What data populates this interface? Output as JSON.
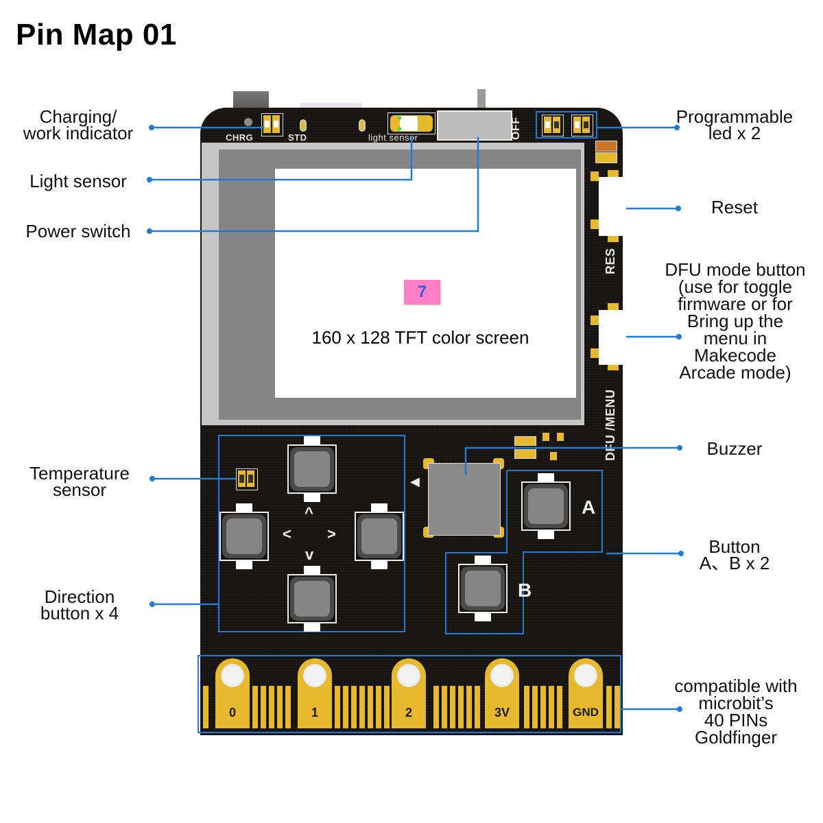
{
  "title": "Pin Map 01",
  "colors": {
    "callout_line": "#1f7bd6",
    "pcb": "#171310",
    "gold": "#e7b92f",
    "badge_bg": "#ff7ec6",
    "badge_text": "#2a62e6"
  },
  "callouts_left": [
    {
      "id": "charging-indicator",
      "text": "Charging/\nwork indicator"
    },
    {
      "id": "light-sensor",
      "text": "Light sensor"
    },
    {
      "id": "power-switch",
      "text": "Power switch"
    },
    {
      "id": "temperature-sensor",
      "text": "Temperature\nsensor"
    },
    {
      "id": "direction-buttons",
      "text": "Direction\nbutton x 4"
    }
  ],
  "callouts_right": [
    {
      "id": "programmable-led",
      "text": "Programmable\nled x 2"
    },
    {
      "id": "reset",
      "text": "Reset"
    },
    {
      "id": "dfu-button",
      "text": "DFU mode button\n(use for toggle\nfirmware or for\nBring up the\nmenu in\nMakecode\nArcade mode)"
    },
    {
      "id": "buzzer",
      "text": "Buzzer"
    },
    {
      "id": "button-ab",
      "text": "Button\nA、B x 2"
    },
    {
      "id": "goldfinger",
      "text": "compatible with\nmicrobit’s\n40 PINs\nGoldfinger"
    }
  ],
  "board": {
    "silk_chrg": "CHRG",
    "silk_std": "STD",
    "silk_light": "light sensor",
    "silk_off": "OFF",
    "silk_res": "RES",
    "silk_dfu": "DFU /MENU",
    "screen_badge": "7",
    "screen_caption": "160 x 128 TFT color screen",
    "arrows": {
      "up": "^",
      "down": "v",
      "left": "<",
      "right": ">"
    },
    "button_a": "A",
    "button_b": "B",
    "pins": [
      "0",
      "1",
      "2",
      "3V",
      "GND"
    ]
  }
}
